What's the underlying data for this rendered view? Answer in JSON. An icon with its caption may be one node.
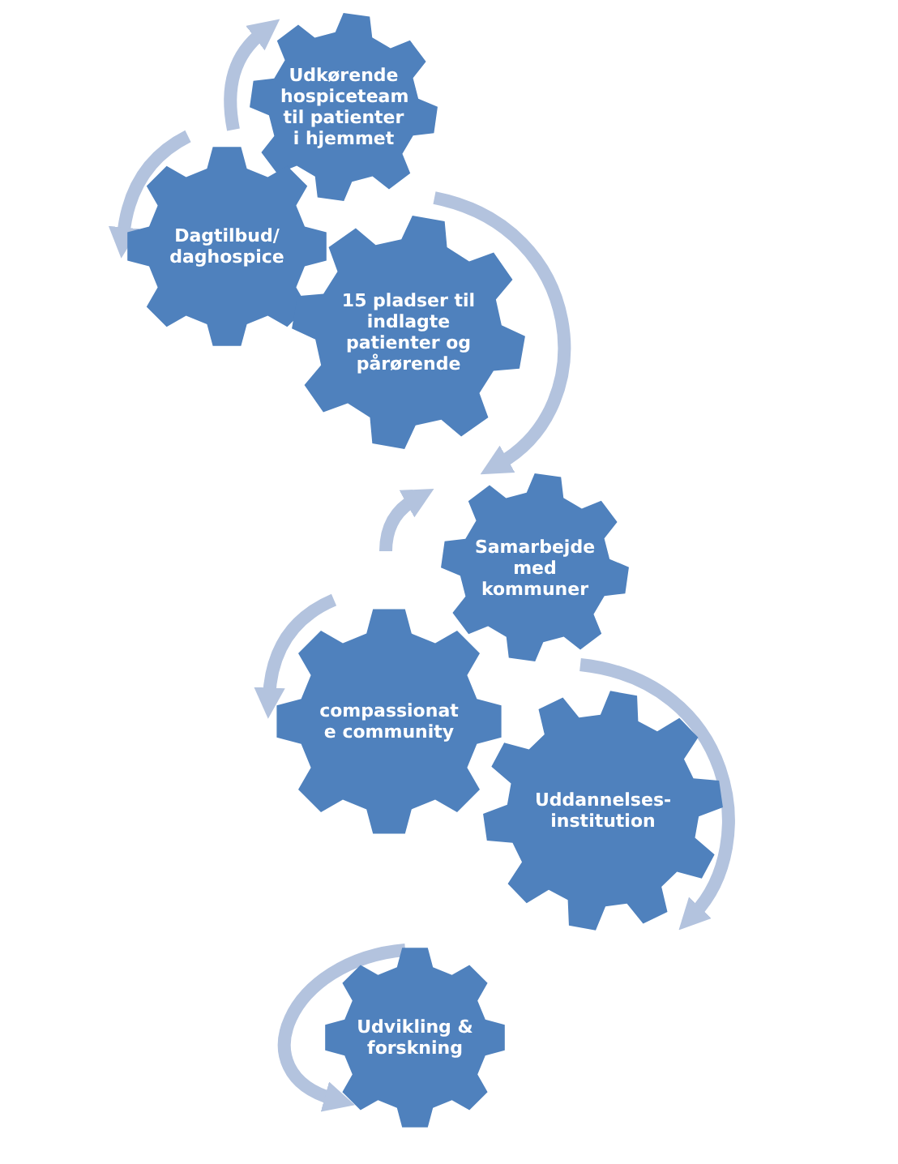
{
  "diagram": {
    "nodes": [
      {
        "text": [
          "Udkørende hospiceteam til patienter i hjemmet"
        ]
      },
      {
        "text": [
          "Dagtilbud/ daghospice"
        ]
      },
      {
        "text": [
          "15 pladser til indlagte patienter og pårørende"
        ]
      },
      {
        "text": [
          "Samarbejde med kommuner"
        ]
      },
      {
        "text": [
          "compassionat e community"
        ]
      },
      {
        "text": [
          "Uddannelses-institution"
        ]
      },
      {
        "text": [
          "Udvikling & forskning"
        ]
      }
    ]
  }
}
